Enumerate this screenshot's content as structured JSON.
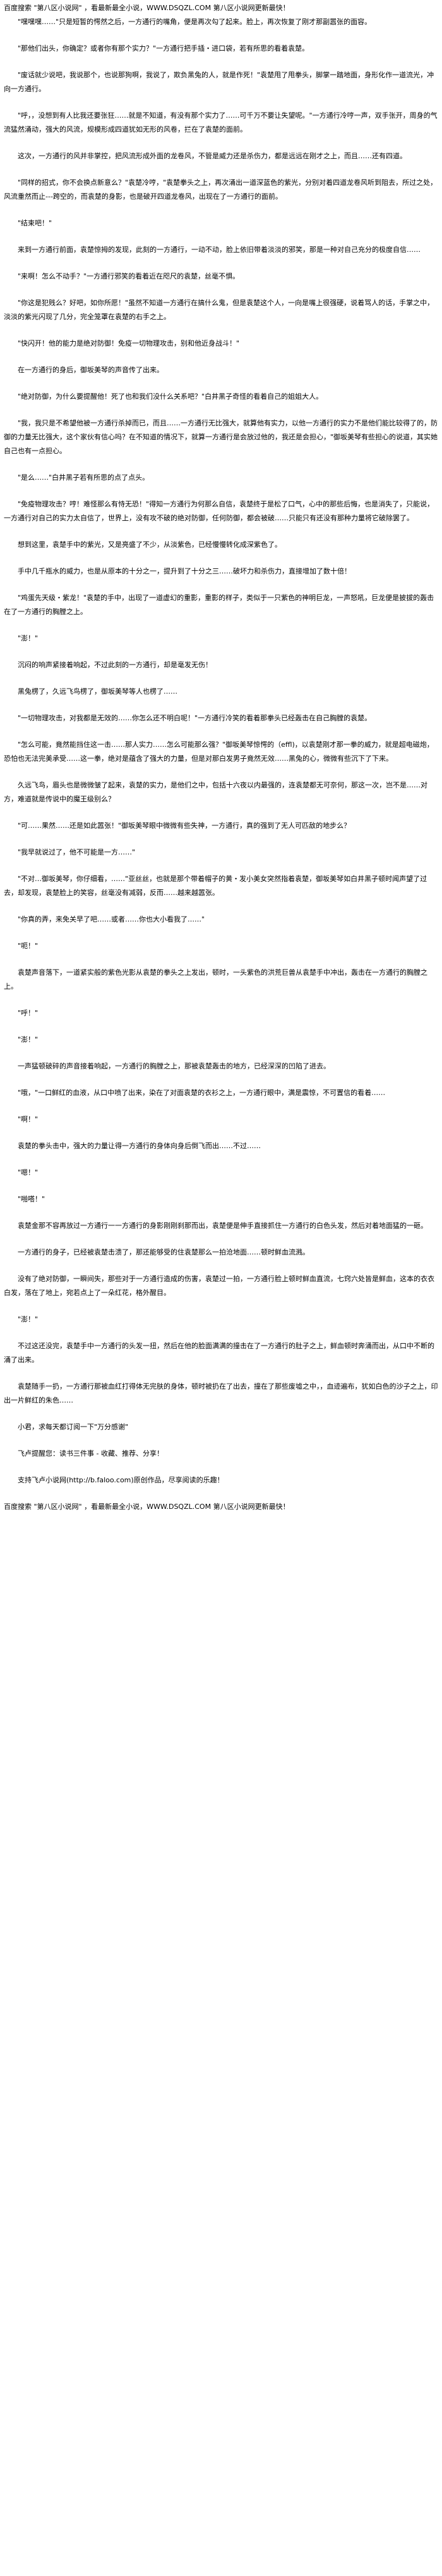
{
  "banner_text": "百度搜索 \"第八区小说网\" ，看最新最全小说，WWW.DSQZL.COM  第八区小说网更新最快！",
  "paragraphs": [
    "\"嘿嘿嘿……\"只是短暂的愕然之后，一方通行的嘴角，便是再次勾了起来。脸上，再次恢复了刚才那副嚣张的面容。",
    "\"那他们出头，你确定？或者你有那个实力？\"一方通行把手插・进口袋，若有所思的看着袁楚。",
    "\"废话就少说吧，我说那个，也说那狗啊，我说了，欺负黑兔的人，就是作死！\"袁楚甩了甩拳头，脚掌一踏地面，身形化作一道流光，冲向一方通行。",
    "\"呼，，没想到有人比我还要张狂……就是不知道，有没有那个实力了……可千万不要让失望呢。\"一方通行冷哼一声，双手张开，周身的气流猛然涌动，强大的风流，规模形成四道犹如无形的风卷，拦在了袁楚的面前。",
    "这次，一方通行的风并非掌控，把风流形成外面的龙卷风，不管是威力还是杀伤力，都是远远在刚才之上，而且……还有四道。",
    "\"同样的招式，你不会换点新意么？\"袁楚冷哼，\"袁楚拳头之上，再次涌出一道深蓝色的紫光，分别对着四道龙卷风听到阻去，所过之处，风流重然而止---跨空的，而袁楚的身影，也是破开四道龙卷风，出现在了一方通行的面前。",
    "\"结束吧！\"",
    "来到一方通行前面，袁楚惊拇的发现，此刻的一方通行，一动不动，脸上依旧带着淡淡的邪笑，那是一种对自己充分的极度自信……",
    "\"来啊！怎么不动手？\"一方通行邪笑的看着近在咫尺的袁楚，丝毫不惧。",
    "\"你这是犯贱么？好吧，如你所愿！\"虽然不知道一方通行在搞什么鬼，但是袁楚这个人，一向是嘴上很强硬，说着骂人的话，手掌之中，淡淡的紫光闪现了几分，完全笼罩在袁楚的右手之上。",
    "\"快闪开！他的能力是绝对防御！免疫一切物理攻击，别和他近身战斗！\"",
    "在一方通行的身后，御坂美琴的声音传了出来。",
    "\"绝对防御，为什么要提醒他！死了也和我们没什么关系吧？\"白井黑子奇怪的看着自己的姐姐大人。",
    "\"我，我只是不希望他被一方通行杀掉而已，而且……一方通行无比强大，就算他有实力，以他一方通行的实力不是他们能比较得了的，防御的力量无比强大，这个家伙有信心吗？在不知道的情况下，就算一方通行是会放过他的，我还是会担心，\"御坂美琴有些担心的说道，其实她自己也有一点担心。",
    "\"是么……\"白井黑子若有所思的点了点头。",
    "\"免疫物理攻击？哼！难怪那么有恃无恐！\"得知一方通行为何那么自信，袁楚终于是松了口气，心中的那些后悔，也是消失了，只能说，一方通行对自己的实力太自信了，世界上，没有攻不破的绝对防御，任何防御，都会被破……只能只有还没有那种力量将它破除罢了。",
    "想到这里，袁楚手中的紫光，又是亮盛了不少，从淡紫色，已经慢慢转化成深紫色了。",
    "手中几千瓶水的威力，也是从原本的十分之一，提升到了十分之三……破坏力和杀伤力，直接增加了数十倍！",
    "\"鸡蛋先天级・紫龙！\"袁楚的手中，出现了一道虚幻的重影，重影的样子，类似于一只紫色的神明巨龙，一声怒吼，巨龙便是披拔的轰击在了一方通行的胸膛之上。",
    "\"澎！\"",
    "沉闷的响声紧接着响起，不过此刻的一方通行，却是毫发无伤！",
    "黑兔楞了，久远飞鸟楞了，御坂美琴等人也楞了……",
    "\"一切物理攻击，对我都是无效的……你怎么还不明白呢！\"一方通行冷笑的看着那拳头已经轰击在自己胸膛的袁楚。",
    "\"怎么可能，竟然能挡住这一击……那人实力……怎么可能那么强？\"御坂美琴惊愕的（effl)，以袁楚刚才那一拳的威力，就是超电磁炮，恐怕也无法完美承受……这一拳，绝对是蕴含了强大的力量，但是对那白发男子竟然无效……黑兔的心，微微有些沉下了下来。",
    "久远飞鸟，眉头也是微微皱了起来，袁楚的实力，是他们之中，包括十六夜以内最强的，连袁楚都无可奈何，那这一次，岂不是……对方，难道就是传说中的魔王级别么？",
    "\"可……果然……还是如此嚣张！\"御坂美琴眼中微微有些失神，一方通行，真的强到了无人可匹敌的地步么？",
    "\"我早就说过了，他不可能是一方……\"",
    "\"不对…御坂美琴，你仔细看，……\"亚丝丝，也就是那个带着帽子的黄・发小美女突然指着袁楚，御坂美琴如白井黑子顿时闻声望了过去，却发现，袁楚脸上的笑容，丝毫没有减弱，反而……越来越嚣张。",
    "\"你真的弄，来免关早了吧……或者……你也大小看我了……\"",
    "\"呃！\"",
    "袁楚声音落下，一道紧实般的紫色光影从袁楚的拳头之上发出，顿时，一头紫色的洪荒巨兽从袁楚手中冲出，轰击在一方通行的胸膛之上。",
    "\"呼！\"",
    "\"澎！\"",
    "一声猛顿破碎的声音接着响起，一方通行的胸膛之上，那被袁楚轰击的地方，已经深深的凹陷了进去。",
    "\"哦，\"一口鲜红的血液，从口中喷了出来，染在了对面袁楚的衣衫之上，一方通行眼中，满是震惊，不可置信的看着……",
    "\"啊！\"",
    "袁楚的拳头击中，强大的力量让得一方通行的身体向身后倒飞而出……不过……",
    "\"嗯！\"",
    "\"啪嗒！\"",
    "袁楚金那不容再放过一方通行一一方通行的身影刚刚刹那而出，袁楚便是伸手直接抓住一方通行的白色头发，然后对着地面猛的一砸。",
    "一方通行的身子，已经被袁楚击溃了，那还能够受的住袁楚那么一拍沧地面……顿时鲜血流溅。",
    "没有了绝对防御，一瞬间失，那些对于一方通行造成的伤害，袁楚过一拍，一方通行脸上顿时鲜血直流，七窍六处皆是鲜血，这本的衣衣白发，落在了地上，宛若点上了一朵红花，格外醒目。",
    "\"澎！\"",
    "不过这还没完，袁楚手中一方通行的头发一扭，然后在他的脸面满满的撞击在了一方通行的肚子之上，鲜血顿时奔涌而出，从口中不断的涌了出来。",
    "袁楚随手一扔，一方通行那被血红打得体无完肤的身体，顿时被扔在了出去，撞在了那些废墟之中，，血迹遍布，犹如白色的沙子之上，印出一片鲜红的朱色……",
    "小君，求每天都订阅一下\"万分感谢\"",
    "飞卢提醒您：读书三件事 - 收藏、推荐、分享！",
    "支持飞卢小说网(http://b.faloo.com)原创作品，尽享阅读的乐趣！"
  ]
}
